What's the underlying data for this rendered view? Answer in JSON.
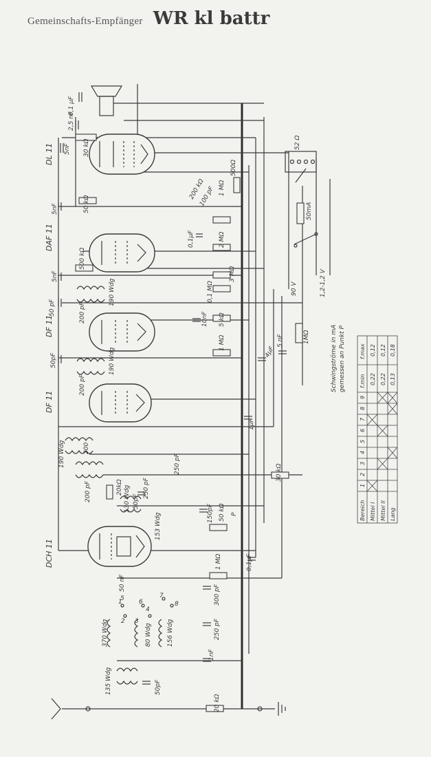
{
  "title": {
    "prefix": "Gemeinschafts-Empfänger",
    "model": "WR kl battr"
  },
  "tubes": [
    "DL 11",
    "DAF 11",
    "DF 11",
    "DF 11",
    "DCH 11"
  ],
  "labels": {
    "c_01uf": "0,1 µF",
    "c_25nf": "2,5 nF",
    "c_5nf_a": "5nF",
    "r_30k": "30 kΩ",
    "r_52": "52 Ω",
    "r_200k": "200 kΩ",
    "c_100pf": "100 pF",
    "r_1m": "1 MΩ",
    "r_500": "500Ω",
    "c_5nf_b": "5nF",
    "r_50k": "50 kΩ",
    "r_2m": "2 MΩ",
    "c_01uf_b": "0,1µF",
    "fuse_50ma": "50mA",
    "c_5nf_c": "5nF",
    "r_500k": "500 kΩ",
    "r_3m": "3 MΩ",
    "r_01m": "0,1 MΩ",
    "c_50pf_a": "50 pF",
    "wdg_190_a": "190 Wdg",
    "c_200pf_a": "200 pF",
    "c_10nf": "10nF",
    "r_5k": "5 kΩ",
    "v_90": "90 V",
    "v_12": "1,2-1,2 V",
    "c_50pf_b": "50pF",
    "r_1m_b": "1 MΩ",
    "c_4uf": "4µF",
    "c_5nf_d": "5 nF",
    "r_1m_c": "1MΩ",
    "wdg_190_b": "190 Wdg",
    "c_200pf_b": "200 pF",
    "c_1uf": "1µF",
    "wdg_190_c": "190 Wdg",
    "c_200pf_c": "200",
    "c_200pf_d": "200 pF",
    "r_30k_b": "30 kΩ",
    "r_20k": "20kΩ",
    "c_250pf_a": "250 pF",
    "c_250pf_b": "250 pF",
    "wdg_130": "130 Wdg",
    "c_50pf_c": "50pF",
    "c_150pf": "150pF",
    "r_50k_b": "50 kΩ",
    "point_p": "P",
    "wdg_153": "153 Wdg",
    "c_50nf": "50 nF",
    "r_1m_d": "1 MΩ",
    "c_01uf_c": "0,1µF",
    "c_300pf": "300 pF",
    "c_250pf_c": "250 pF",
    "wdg_370": "370 Wdg",
    "wdg_80": "80 Wdg",
    "wdg_156": "156 Wdg",
    "c_1nf": "1nF",
    "wdg_135": "135 Wdg",
    "c_50pf_d": "50pF",
    "r_20k_b": "20 kΩ",
    "sw": [
      "1",
      "2",
      "3",
      "4",
      "5",
      "6",
      "7",
      "8"
    ]
  },
  "table": {
    "caption1": "Schwingströme in mA",
    "caption2": "gemessen an Punkt P",
    "header": [
      "Bereich",
      "1",
      "2",
      "3",
      "4",
      "5",
      "6",
      "7",
      "8",
      "9",
      "f.min",
      "f.max"
    ],
    "rows": [
      {
        "name": "Mittel I",
        "min": "0,22",
        "max": "0,12"
      },
      {
        "name": "Mittel II",
        "min": "0,22",
        "max": "0,12"
      },
      {
        "name": "Lang",
        "min": "0,13",
        "max": "0,18"
      }
    ]
  }
}
